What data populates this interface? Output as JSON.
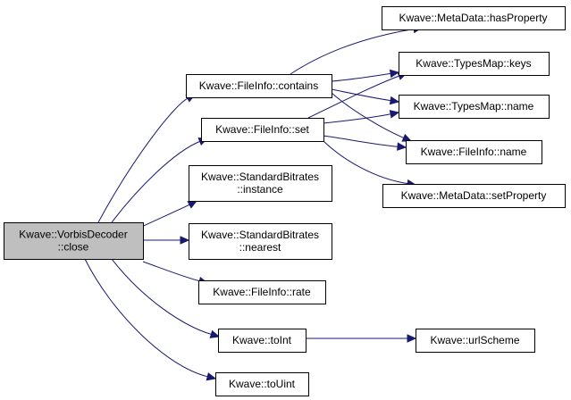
{
  "nodes": [
    {
      "id": "close",
      "lines": [
        "Kwave::VorbisDecoder",
        "::close"
      ],
      "root": true
    },
    {
      "id": "contains",
      "lines": [
        "Kwave::FileInfo::contains"
      ]
    },
    {
      "id": "set",
      "lines": [
        "Kwave::FileInfo::set"
      ]
    },
    {
      "id": "instance",
      "lines": [
        "Kwave::StandardBitrates",
        "::instance"
      ]
    },
    {
      "id": "nearest",
      "lines": [
        "Kwave::StandardBitrates",
        "::nearest"
      ]
    },
    {
      "id": "rate",
      "lines": [
        "Kwave::FileInfo::rate"
      ]
    },
    {
      "id": "toInt",
      "lines": [
        "Kwave::toInt"
      ]
    },
    {
      "id": "toUint",
      "lines": [
        "Kwave::toUint"
      ]
    },
    {
      "id": "hasProperty",
      "lines": [
        "Kwave::MetaData::hasProperty"
      ]
    },
    {
      "id": "keys",
      "lines": [
        "Kwave::TypesMap::keys"
      ]
    },
    {
      "id": "tmname",
      "lines": [
        "Kwave::TypesMap::name"
      ]
    },
    {
      "id": "finame",
      "lines": [
        "Kwave::FileInfo::name"
      ]
    },
    {
      "id": "setProperty",
      "lines": [
        "Kwave::MetaData::setProperty"
      ]
    },
    {
      "id": "urlScheme",
      "lines": [
        "Kwave::urlScheme"
      ]
    }
  ],
  "edges": [
    {
      "from": "close",
      "to": "contains"
    },
    {
      "from": "close",
      "to": "set"
    },
    {
      "from": "close",
      "to": "instance"
    },
    {
      "from": "close",
      "to": "nearest"
    },
    {
      "from": "close",
      "to": "rate"
    },
    {
      "from": "close",
      "to": "toInt"
    },
    {
      "from": "close",
      "to": "toUint"
    },
    {
      "from": "contains",
      "to": "hasProperty"
    },
    {
      "from": "contains",
      "to": "keys"
    },
    {
      "from": "contains",
      "to": "tmname"
    },
    {
      "from": "contains",
      "to": "finame"
    },
    {
      "from": "set",
      "to": "keys"
    },
    {
      "from": "set",
      "to": "tmname"
    },
    {
      "from": "set",
      "to": "finame"
    },
    {
      "from": "set",
      "to": "setProperty"
    },
    {
      "from": "toInt",
      "to": "urlScheme"
    }
  ],
  "colors": {
    "edge": "#191970",
    "root_fill": "#bfbfbf",
    "node_fill": "#ffffff",
    "border": "#000000"
  }
}
